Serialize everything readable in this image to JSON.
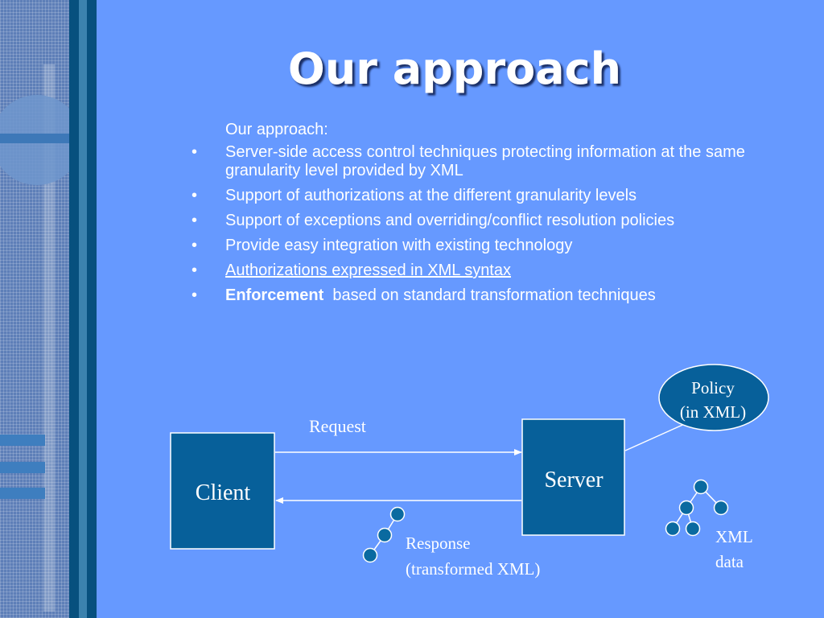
{
  "slide": {
    "title": "Our approach",
    "intro": "Our approach:",
    "bullet_glyph": "•",
    "bullets": [
      {
        "text": "Server-side access control techniques protecting information at the same granularity level provided by XML"
      },
      {
        "text": "Support of authorizations at the different granularity levels"
      },
      {
        "text": "Support of exceptions and overriding/conflict resolution policies"
      },
      {
        "text": "Provide easy integration with existing technology"
      },
      {
        "text": "Authorizations expressed in XML syntax"
      },
      {
        "bold": "Enforcement",
        "text": "based on standard transformation techniques"
      }
    ]
  },
  "diagram": {
    "client_label": "Client",
    "server_label": "Server",
    "request_label": "Request",
    "response_label_1": "Response",
    "response_label_2": "(transformed XML)",
    "policy_label_1": "Policy",
    "policy_label_2": "(in XML)",
    "xml_label_1": "XML",
    "xml_label_2": "data"
  },
  "colors": {
    "background": "#6699FF",
    "box_fill": "#07609A",
    "node_fill": "#0A6AA0",
    "line": "#FFFFFF"
  }
}
